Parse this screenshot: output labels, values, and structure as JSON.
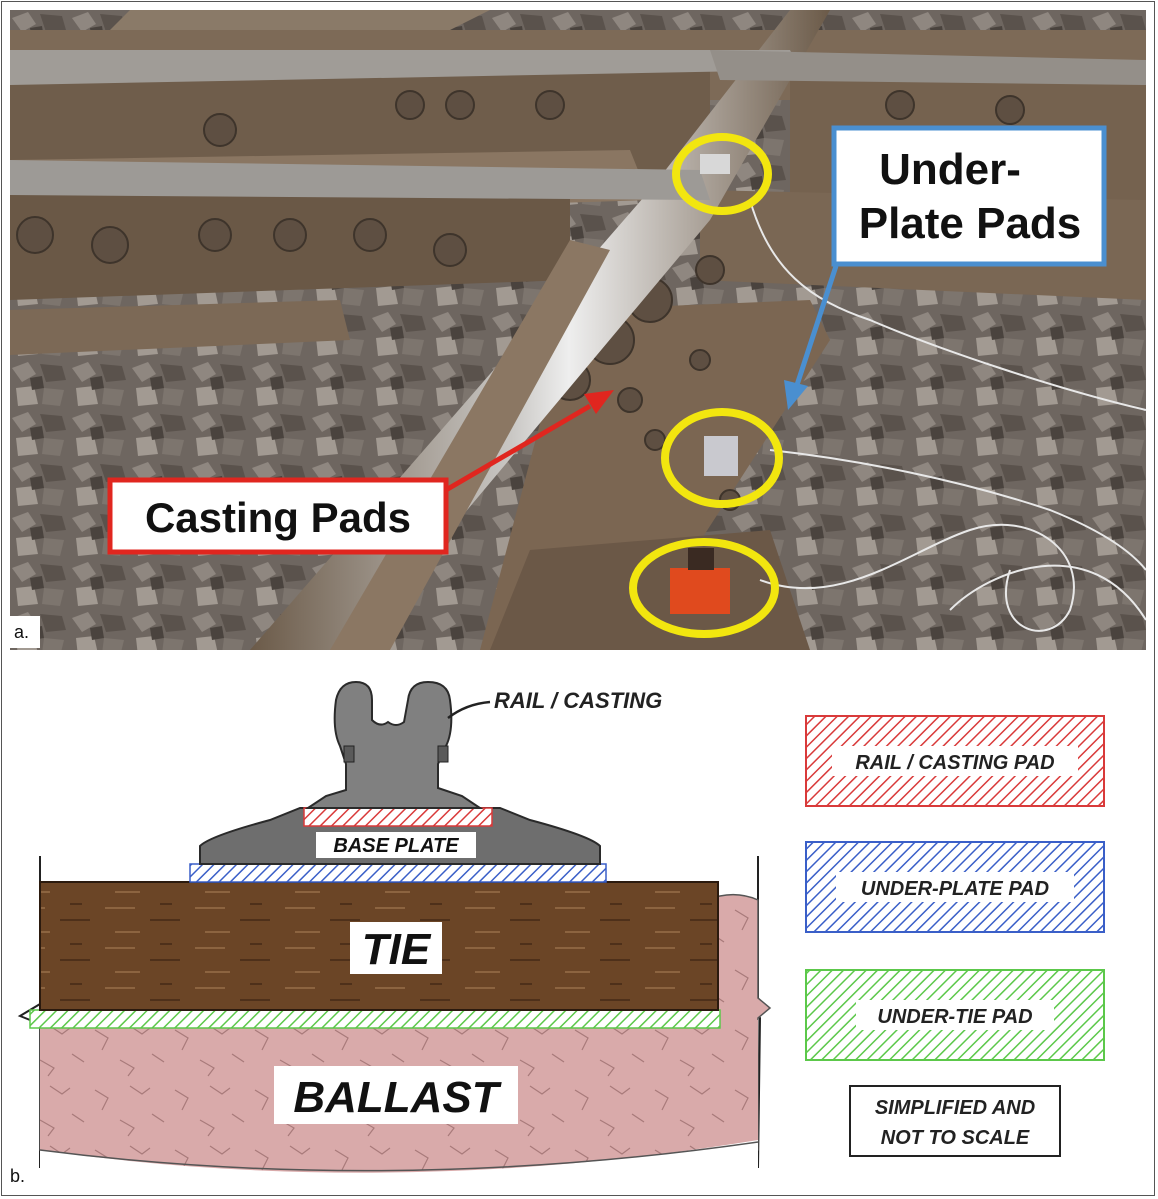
{
  "panel_a": {
    "label": "a.",
    "callout_under_plate": {
      "line1": "Under-",
      "line2": "Plate Pads",
      "color": "#4a8fd0"
    },
    "callout_casting": {
      "text": "Casting Pads",
      "color": "#e0261f"
    },
    "marker_color": "#f2e60f"
  },
  "panel_b": {
    "label": "b.",
    "rail_label": "RAIL / CASTING",
    "base_plate_label": "BASE PLATE",
    "tie_label": "TIE",
    "ballast_label": "BALLAST",
    "legend": [
      {
        "text": "RAIL / CASTING PAD",
        "color": "#d93a3a"
      },
      {
        "text": "UNDER-PLATE PAD",
        "color": "#3a5fc8"
      },
      {
        "text": "UNDER-TIE PAD",
        "color": "#5cc84a"
      }
    ],
    "note_line1": "SIMPLIFIED AND",
    "note_line2": "NOT TO SCALE",
    "colors": {
      "tie": "#6b4526",
      "ballast": "#d9aaaa",
      "steel": "#7a7a7a"
    }
  }
}
